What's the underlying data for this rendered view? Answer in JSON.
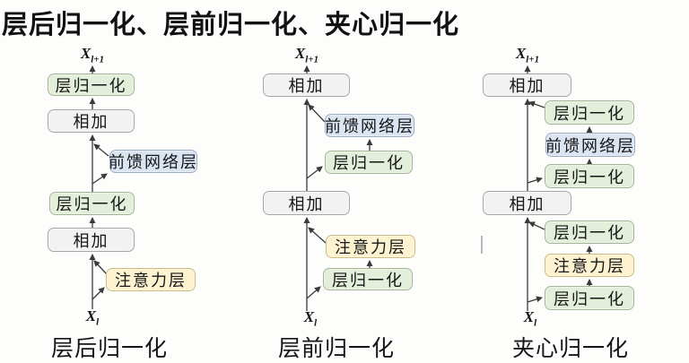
{
  "title": "层后归一化、层前归一化、夹心归一化",
  "io": {
    "input_base": "X",
    "input_sub": "l",
    "output_base": "X",
    "output_sub": "l+1"
  },
  "colors": {
    "layer_norm_fill": "#e3efda",
    "layer_norm_border": "#a3b598",
    "add_fill": "#f2f2f2",
    "add_border": "#a6a6a6",
    "ffn_fill": "#dbe5f2",
    "ffn_border": "#9dabc4",
    "attention_fill": "#fdf3d0",
    "attention_border": "#cbbc83",
    "wire": "#3a3a3a",
    "title_color": "#111111"
  },
  "diagrams": [
    {
      "caption": "层后归一化",
      "boxes": {
        "ln_top": "层归一化",
        "add_top": "相加",
        "ffn": "前馈网络层",
        "ln_mid": "层归一化",
        "add_bottom": "相加",
        "attn": "注意力层"
      }
    },
    {
      "caption": "层前归一化",
      "boxes": {
        "add_top": "相加",
        "ffn": "前馈网络层",
        "ln_ffn": "层归一化",
        "add_mid": "相加",
        "attn": "注意力层",
        "ln_attn": "层归一化"
      }
    },
    {
      "caption": "夹心归一化",
      "boxes": {
        "add_top": "相加",
        "ln_ffn_post": "层归一化",
        "ffn": "前馈网络层",
        "ln_ffn_pre": "层归一化",
        "add_mid": "相加",
        "ln_attn_post": "层归一化",
        "attn": "注意力层",
        "ln_attn_pre": "层归一化"
      }
    }
  ]
}
